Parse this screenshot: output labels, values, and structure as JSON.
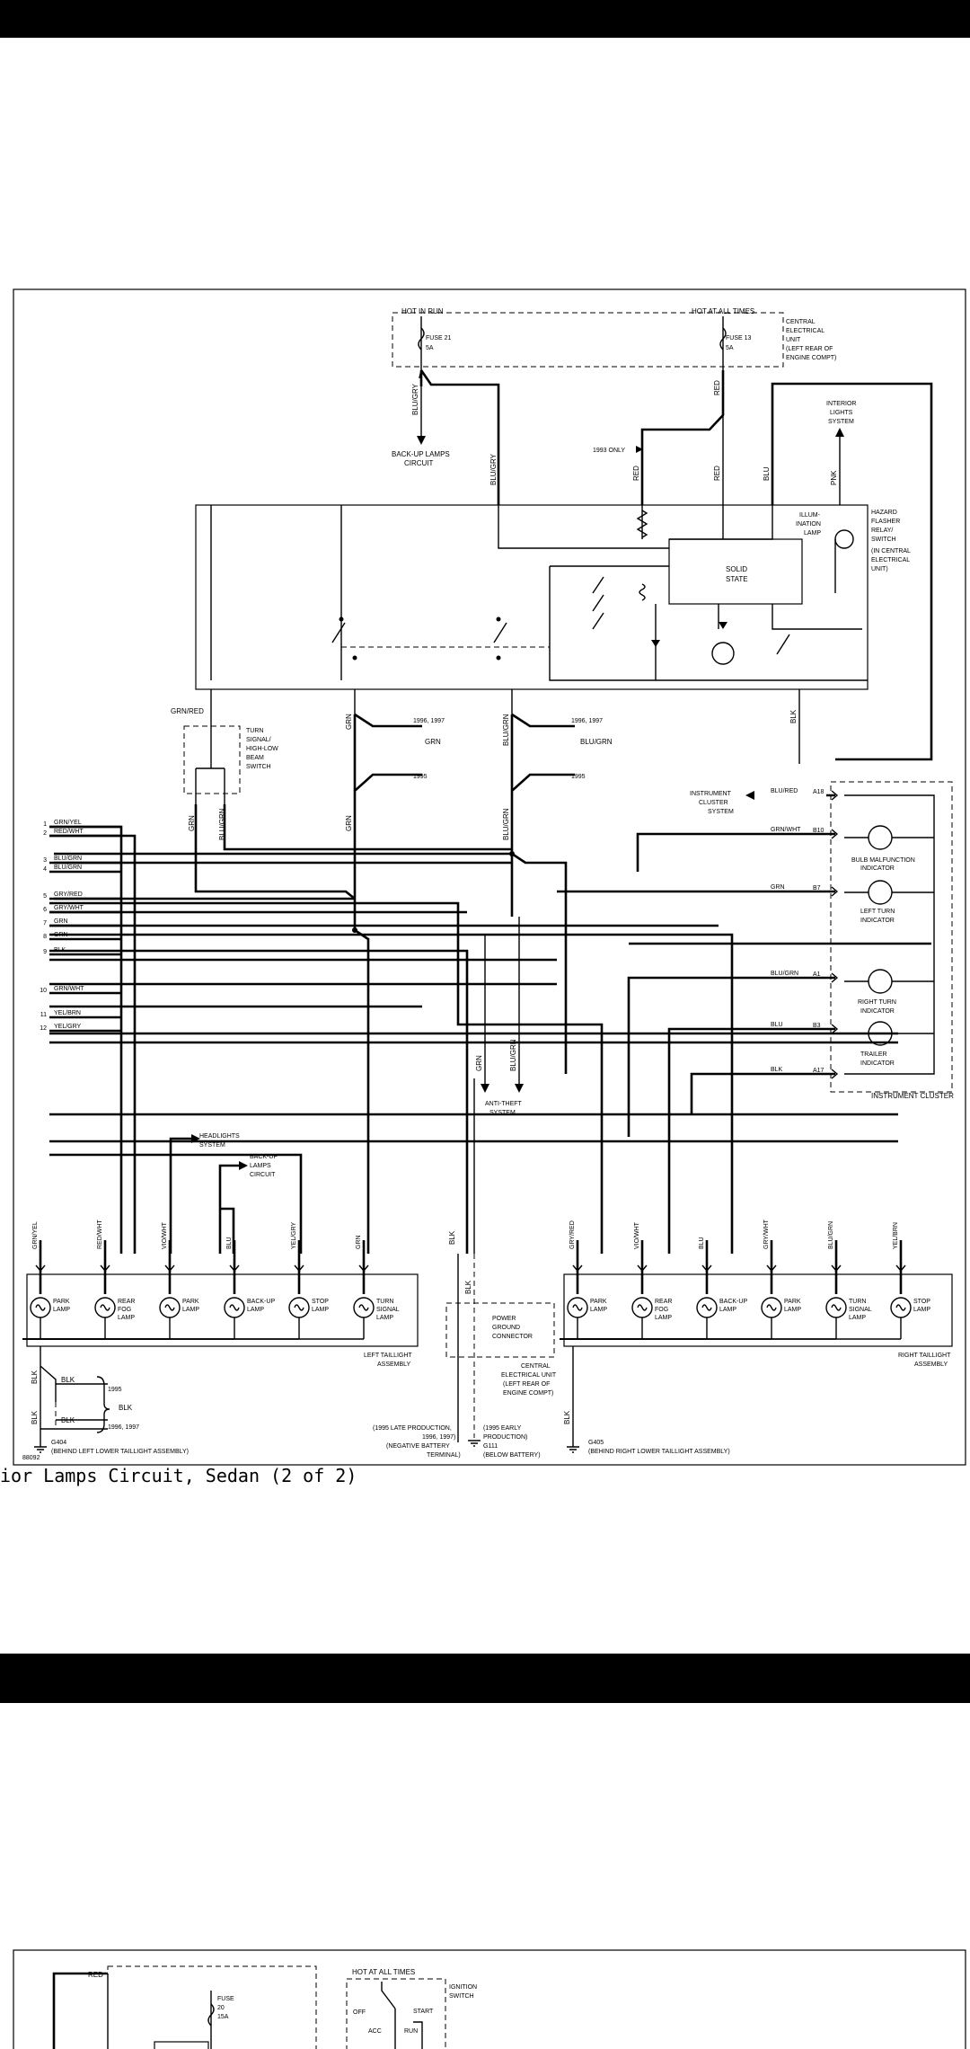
{
  "caption": "ior Lamps Circuit, Sedan (2 of 2)",
  "power": {
    "hot_in_run": "HOT IN RUN",
    "hot_at_all_times": "HOT AT ALL TIMES",
    "fuse_21": "FUSE 21",
    "fuse_21_amp": "5A",
    "fuse_13": "FUSE 13",
    "fuse_13_amp": "5A",
    "ceu_1": "CENTRAL",
    "ceu_2": "ELECTRICAL",
    "ceu_3": "UNIT",
    "ceu_4": "(LEFT REAR OF",
    "ceu_5": "ENGINE COMPT)"
  },
  "wires": {
    "blu_gry": "BLU/GRY",
    "red": "RED",
    "blu": "BLU",
    "pnk": "PNK",
    "grn": "GRN",
    "grn_red": "GRN/RED",
    "blu_grn": "BLU/GRN",
    "blk": "BLK",
    "blu_red": "BLU/RED",
    "grn_wht": "GRN/WHT",
    "grn_yel": "GRN/YEL",
    "red_wht": "RED/WHT",
    "vio_wht": "VIO/WHT",
    "yel_gry": "YEL/GRY",
    "gry_red": "GRY/RED",
    "gry_wht": "GRY/WHT",
    "yel_brn": "YEL/BRN"
  },
  "labels": {
    "backup_1": "BACK-UP LAMPS",
    "backup_2": "CIRCUIT",
    "only_1993": "1993 ONLY",
    "interior_1": "INTERIOR",
    "interior_2": "LIGHTS",
    "interior_3": "SYSTEM",
    "illum_1": "ILLUM-",
    "illum_2": "INATION",
    "illum_3": "LAMP",
    "hazard_1": "HAZARD",
    "hazard_2": "FLASHER",
    "hazard_3": "RELAY/",
    "hazard_4": "SWITCH",
    "hazard_5": "(IN CENTRAL",
    "hazard_6": "ELECTRICAL",
    "hazard_7": "UNIT)",
    "solid_1": "SOLID",
    "solid_2": "STATE",
    "turn_sw_1": "TURN",
    "turn_sw_2": "SIGNAL/",
    "turn_sw_3": "HIGH-LOW",
    "turn_sw_4": "BEAM",
    "turn_sw_5": "SWITCH",
    "y9697": "1996, 1997",
    "y95": "1995",
    "ic_sys_1": "INSTRUMENT",
    "ic_sys_2": "CLUSTER",
    "ic_sys_3": "SYSTEM",
    "bulb_1": "BULB MALFUNCTION",
    "bulb_2": "INDICATOR",
    "lturn_1": "LEFT TURN",
    "lturn_2": "INDICATOR",
    "rturn_1": "RIGHT TURN",
    "rturn_2": "INDICATOR",
    "trailer_1": "TRAILER",
    "trailer_2": "INDICATOR",
    "instrument_cluster": "INSTRUMENT CLUSTER",
    "anti_1": "ANTI-THEFT",
    "anti_2": "SYSTEM",
    "headlights_1": "HEADLIGHTS",
    "headlights_2": "SYSTEM",
    "backup_lamps_1": "BACK-UP",
    "backup_lamps_2": "LAMPS",
    "backup_lamps_3": "CIRCUIT",
    "left_tail_1": "LEFT TAILLIGHT",
    "left_tail_2": "ASSEMBLY",
    "right_tail_1": "RIGHT TAILLIGHT",
    "right_tail_2": "ASSEMBLY",
    "pgc_1": "POWER",
    "pgc_2": "GROUND",
    "pgc_3": "CONNECTOR",
    "ceu2_1": "CENTRAL",
    "ceu2_2": "ELECTRICAL UNIT",
    "ceu2_3": "(LEFT REAR OF",
    "ceu2_4": "ENGINE COMPT)",
    "late_1": "(1995 LATE PRODUCTION,",
    "late_2": "1996, 1997)",
    "late_3": "(NEGATIVE BATTERY",
    "late_4": "TERMINAL)",
    "early_1": "(1995 EARLY",
    "early_2": "PRODUCTION)",
    "g111": "G111",
    "below_batt": "(BELOW BATTERY)",
    "g404": "G404",
    "g404_loc": "(BEHIND LEFT LOWER TAILLIGHT ASSEMBLY)",
    "g405": "G405",
    "g405_loc": "(BEHIND RIGHT LOWER TAILLIGHT ASSEMBLY)",
    "fig_no": "88092",
    "hot_all_2": "HOT AT ALL TIMES",
    "ignition_1": "IGNITION",
    "ignition_2": "SWITCH",
    "off": "OFF",
    "acc": "ACC",
    "start": "START",
    "run": "RUN",
    "fuse_20": "FUSE",
    "fuse_20_n": "20",
    "fuse_20_amp": "15A"
  },
  "left_lamps": [
    "PARK LAMP",
    "REAR FOG LAMP",
    "PARK LAMP",
    "BACK-UP LAMP",
    "STOP LAMP",
    "TURN SIGNAL LAMP"
  ],
  "right_lamps": [
    "PARK LAMP",
    "REAR FOG LAMP",
    "BACK-UP LAMP",
    "PARK LAMP",
    "TURN SIGNAL LAMP",
    "STOP LAMP"
  ],
  "left_lamp_wires": [
    "GRN/YEL",
    "RED/WHT",
    "VIO/WHT",
    "BLU",
    "YEL/GRY",
    "GRN"
  ],
  "right_lamp_wires": [
    "GRY/RED",
    "VIO/WHT",
    "BLU",
    "GRY/WHT",
    "BLU/GRN",
    "YEL/BRN"
  ],
  "harness_rows": [
    {
      "pin": "1",
      "wire": "GRN/YEL"
    },
    {
      "pin": "2",
      "wire": "RED/WHT"
    },
    {
      "pin": "3",
      "wire": "BLU/GRN"
    },
    {
      "pin": "4",
      "wire": "BLU/GRN"
    },
    {
      "pin": "5",
      "wire": "GRY/RED"
    },
    {
      "pin": "6",
      "wire": "GRY/WHT"
    },
    {
      "pin": "7",
      "wire": "GRN"
    },
    {
      "pin": "8",
      "wire": "GRN"
    },
    {
      "pin": "9",
      "wire": "BLK"
    },
    {
      "pin": "10",
      "wire": "GRN/WHT"
    },
    {
      "pin": "11",
      "wire": "YEL/BRN"
    },
    {
      "pin": "12",
      "wire": "YEL/GRY"
    }
  ],
  "cluster_pins": [
    {
      "pin": "A18",
      "wire": "BLU/RED"
    },
    {
      "pin": "B10",
      "wire": "GRN/WHT"
    },
    {
      "pin": "B7",
      "wire": "GRN"
    },
    {
      "pin": "A1",
      "wire": "BLU/GRN"
    },
    {
      "pin": "B3",
      "wire": "BLU"
    },
    {
      "pin": "A17",
      "wire": "BLK"
    }
  ]
}
